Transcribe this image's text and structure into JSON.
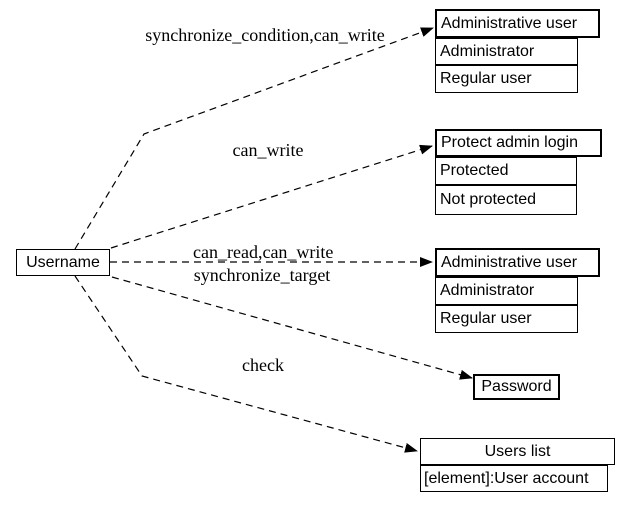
{
  "diagram": {
    "source": {
      "label": "Username"
    },
    "edge_labels": {
      "to_admin_top": "synchronize_condition,can_write",
      "to_protect": "can_write",
      "to_admin_mid_a": "can_read,can_write",
      "to_admin_mid_b": "synchronize_target",
      "to_password": "check",
      "to_users_list": ""
    },
    "targets": {
      "admin_user_top": {
        "header": "Administrative user",
        "rows": [
          "Administrator",
          "Regular user"
        ]
      },
      "protect_admin_login": {
        "header": "Protect admin login",
        "rows": [
          "Protected",
          "Not protected"
        ]
      },
      "admin_user_mid": {
        "header": "Administrative user",
        "rows": [
          "Administrator",
          "Regular user"
        ]
      },
      "password": {
        "label": "Password"
      },
      "users_list": {
        "header": "Users list",
        "rows": [
          "[element]:User account"
        ]
      }
    },
    "colors": {
      "line": "#000000",
      "background": "#ffffff",
      "text": "#000000"
    }
  }
}
